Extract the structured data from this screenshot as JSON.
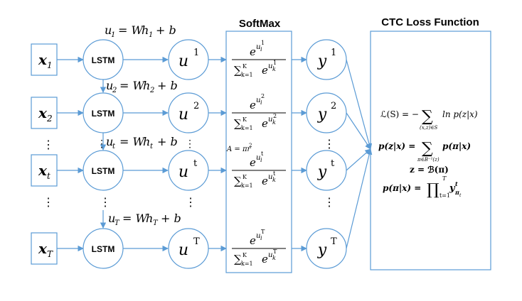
{
  "headers": {
    "softmax": "SoftMax",
    "ctc": "CTC Loss Function"
  },
  "inputs": [
    {
      "main": "x",
      "sub": "1"
    },
    {
      "main": "x",
      "sub": "2"
    },
    {
      "main": "x",
      "sub": "t"
    },
    {
      "main": "x",
      "sub": "T"
    }
  ],
  "lstm_label": "LSTM",
  "u_nodes": [
    {
      "main": "u",
      "sup": "1"
    },
    {
      "main": "u",
      "sup": "2"
    },
    {
      "main": "u",
      "sup": "t"
    },
    {
      "main": "u",
      "sup": "T"
    }
  ],
  "equations": [
    {
      "lhs": "u",
      "sub": "1",
      "rhs_w": "= W",
      "rhs_h": "h",
      "rhs_hsub": "1",
      "rhs_b": "+ b"
    },
    {
      "lhs": "u",
      "sub": "2",
      "rhs_w": "= W",
      "rhs_h": "h",
      "rhs_hsub": "2",
      "rhs_b": "+ b"
    },
    {
      "lhs": "u",
      "sub": "t",
      "rhs_w": "= W",
      "rhs_h": "h",
      "rhs_hsub": "t",
      "rhs_b": "+ b"
    },
    {
      "lhs": "u",
      "sub": "T",
      "rhs_w": "= W",
      "rhs_h": "h",
      "rhs_hsub": "T",
      "rhs_b": "+ b"
    }
  ],
  "softmax_fractions": [
    {
      "num_e": "e",
      "num_sup": "u",
      "num_supsub": "i",
      "num_supsup": "1",
      "den_sum": "∑",
      "den_sub": "k=1",
      "den_sup": "K",
      "den_e": "e",
      "den_u": "u",
      "den_usub": "k",
      "den_usup": "1"
    },
    {
      "num_e": "e",
      "num_sup": "u",
      "num_supsub": "i",
      "num_supsup": "2",
      "den_sum": "∑",
      "den_sub": "k=1",
      "den_sup": "K",
      "den_e": "e",
      "den_u": "u",
      "den_usub": "k",
      "den_usup": "2"
    },
    {
      "num_e": "e",
      "num_sup": "u",
      "num_supsub": "i",
      "num_supsup": "t",
      "den_sum": "∑",
      "den_sub": "k=1",
      "den_sup": "K",
      "den_e": "e",
      "den_u": "u",
      "den_usub": "k",
      "den_usup": "t"
    },
    {
      "num_e": "e",
      "num_sup": "u",
      "num_supsub": "i",
      "num_supsup": "T",
      "den_sum": "∑",
      "den_sub": "k=1",
      "den_sup": "K",
      "den_e": "e",
      "den_u": "u",
      "den_usub": "k",
      "den_usup": "T"
    }
  ],
  "stray_equation": {
    "a": "A = πr",
    "sup": "2"
  },
  "y_nodes": [
    {
      "main": "y",
      "sup": "1"
    },
    {
      "main": "y",
      "sup": "2"
    },
    {
      "main": "y",
      "sup": "t"
    },
    {
      "main": "y",
      "sup": "T"
    }
  ],
  "dots": "⋮",
  "ctc_formulas": {
    "loss_lhs": "ℒ(S) = −",
    "loss_sum": "∑",
    "loss_sub": "(x,z)∈S",
    "loss_rhs": "ln p(z|x)",
    "pz_lhs": "p(z|x) =",
    "pz_sum": "∑",
    "pz_sub": "π∈B⁻¹(z)",
    "pz_rhs": "p(π|x)",
    "z_eq": "z = ℬ(π)",
    "ppi_lhs": "p(π|x) =",
    "ppi_prod": "∏",
    "ppi_sup": "T",
    "ppi_sub": "t=1",
    "ppi_rhs": "y",
    "ppi_rhs_sup": "t",
    "ppi_rhs_sub": "π",
    "ppi_rhs_subsub": "t"
  },
  "colors": {
    "stroke": "#5b9bd5",
    "text": "#000000"
  }
}
